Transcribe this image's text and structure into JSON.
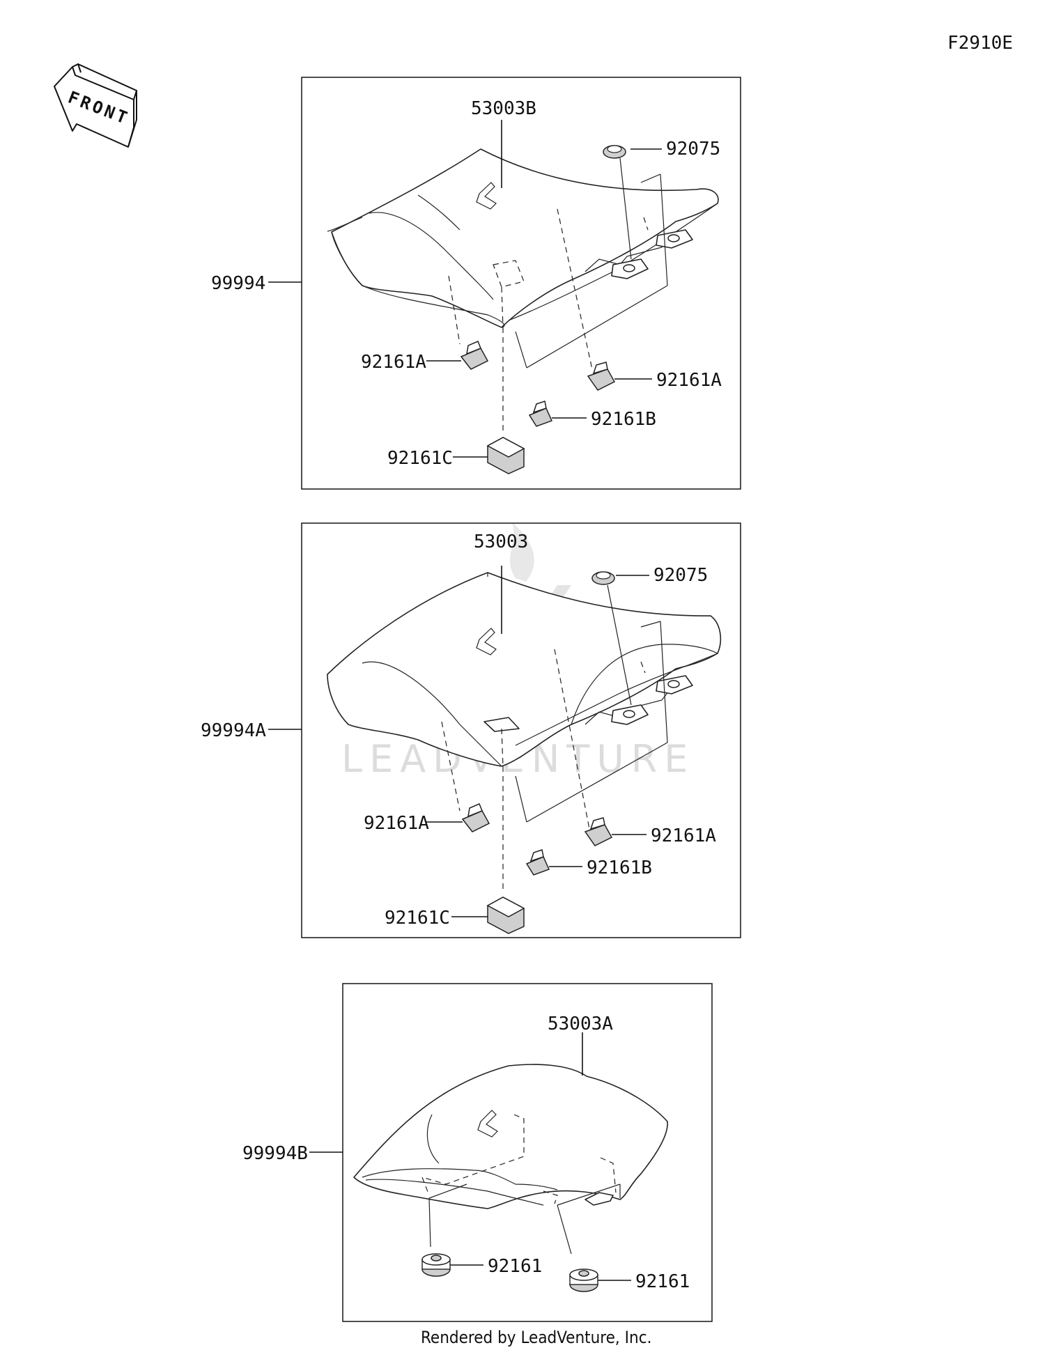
{
  "diagram_code": "F2910E",
  "front_arrow_label": "FRONT",
  "watermark": "LEADVENTURE",
  "footer": "Rendered by LeadVenture, Inc.",
  "groups": [
    {
      "assembly": "99994",
      "parts": {
        "cover": "53003B",
        "grommet": "92075",
        "damper_left": "92161A",
        "damper_right": "92161A",
        "damper_center": "92161B",
        "damper_block": "92161C"
      }
    },
    {
      "assembly": "99994A",
      "parts": {
        "cover": "53003",
        "grommet": "92075",
        "damper_left": "92161A",
        "damper_right": "92161A",
        "damper_center": "92161B",
        "damper_block": "92161C"
      }
    },
    {
      "assembly": "99994B",
      "parts": {
        "cover": "53003A",
        "damper_left": "92161",
        "damper_right": "92161"
      }
    }
  ]
}
